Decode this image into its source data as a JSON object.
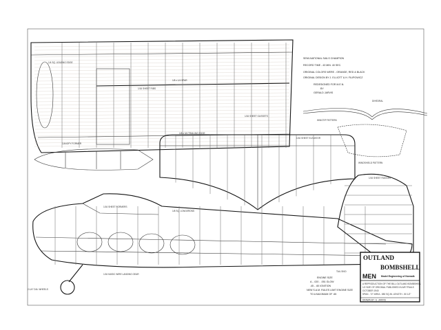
{
  "plan": {
    "info_block": {
      "lines": [
        "SEMI-NATIONAL SAILS CHAMPION",
        "RECORD TIME - 43 MIN. 40 SEC.",
        "ORIGINAL COLORS WERE - ORANGE, RED & BLACK",
        "ORIGINAL DESIGN BY J. ELLIOTT & H. FILIPOWICZ",
        "REDESIGNED FOR M.E.N.",
        "BY",
        "GERALD JARVIS"
      ]
    },
    "labels": {
      "wing_leading": "1/4 SQ. LEADING EDGE",
      "wing_trailing": "1/8 x 3/4 TRAILING EDGE",
      "ribs": "1/16 SHEET RIBS",
      "spar": "1/8 x 1/4 SPAR",
      "gusset": "1/16 SHEET GUSSETS",
      "stab_elevator": "1/16 SHEET ELEVATOR",
      "wingtip": "WINGTIP PATTERN",
      "windshield": "WINDSHIELD PATTERN",
      "dihedral": "DIHEDRAL",
      "canopy": "CANOPY FORMER",
      "fuselage_keel": "1/8 SQ. LONGERONS",
      "formers": "1/16 SHEET FORMERS",
      "wheel": "2-1/4\" DIA. WHEELS",
      "landing_gear": "1/16 MUSIC WIRE LANDING GEAR",
      "rudder": "1/16 SHEET RUDDER",
      "tailskid": "TAIL SKID"
    },
    "engine_block": {
      "title": "ENGINE SIZE",
      "lines": [
        "A - .020 - .051 GLOW",
        ".45 - .60 IGNITION",
        "NEW S.A.M. RULES LIMIT ENGINE SIZE",
        "TO A MAXIMUM OF .65"
      ]
    },
    "title_block": {
      "title_line1": "OUTLAND",
      "title_line2": "BOMBSHELL",
      "publisher_logo": "MEN",
      "publisher": "Model Engineering of Norwalk",
      "notes": [
        "A REPRODUCTION OF THE BILL OUTLAND BOMBSHELL",
        "1/2 SIZE OF ORIGINAL PUBLISHED IN AIR TRAILS",
        "OCTOBER 1940",
        "SPAN - 72\"  AREA - 850 SQ.IN.  LENGTH - 50 1/2\""
      ],
      "drawn_by": "DRAWN BY: G. JARVIS"
    },
    "colors": {
      "line": "#333333",
      "paper": "#ffffff",
      "wood_grain": "#d8d0c8"
    }
  }
}
